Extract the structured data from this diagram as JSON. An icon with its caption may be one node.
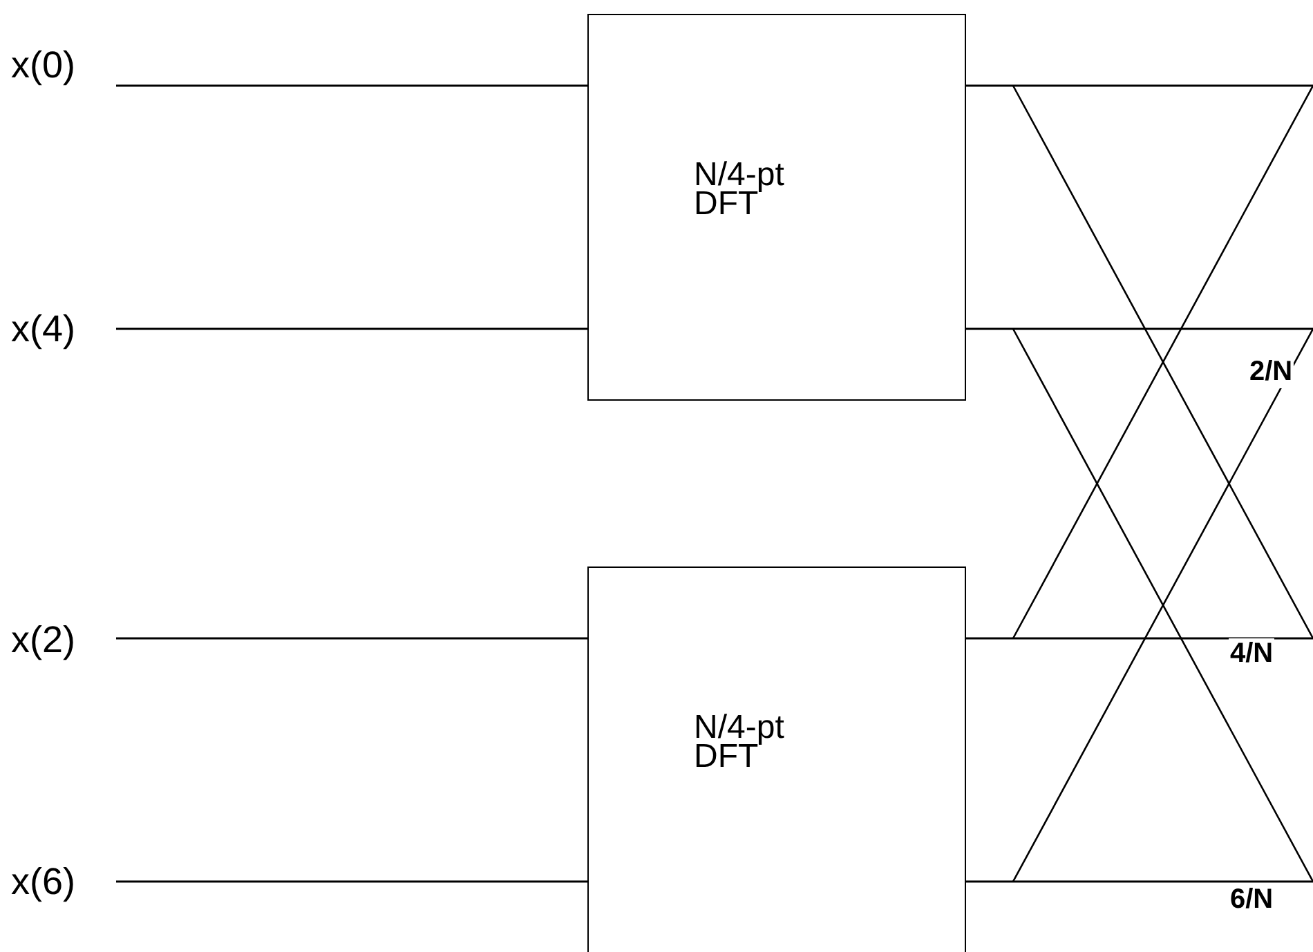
{
  "diagram": {
    "nodes": [
      {
        "text": [
          "x(0)"
        ]
      },
      {
        "text": [
          "x(4)"
        ]
      },
      {
        "text": [
          "x(2)"
        ]
      },
      {
        "text": [
          "x(6)"
        ]
      },
      {
        "text": [
          "N/4-pt DFT"
        ]
      },
      {
        "text": [
          "N/4-pt DFT"
        ]
      }
    ],
    "edges": [
      {
        "from": 0,
        "to": 4,
        "arrow": "none"
      },
      {
        "from": 1,
        "to": 4,
        "arrow": "none"
      },
      {
        "from": 2,
        "to": 5,
        "arrow": "none"
      },
      {
        "from": 3,
        "to": 5,
        "arrow": "none"
      },
      {
        "from": 4,
        "to": null,
        "arrow": "none"
      },
      {
        "from": 4,
        "to": null,
        "arrow": "none"
      },
      {
        "from": 5,
        "to": null,
        "arrow": "none"
      },
      {
        "from": 5,
        "to": null,
        "arrow": "none"
      }
    ],
    "labels": [
      "2/N",
      "4/N",
      "6/N"
    ]
  }
}
